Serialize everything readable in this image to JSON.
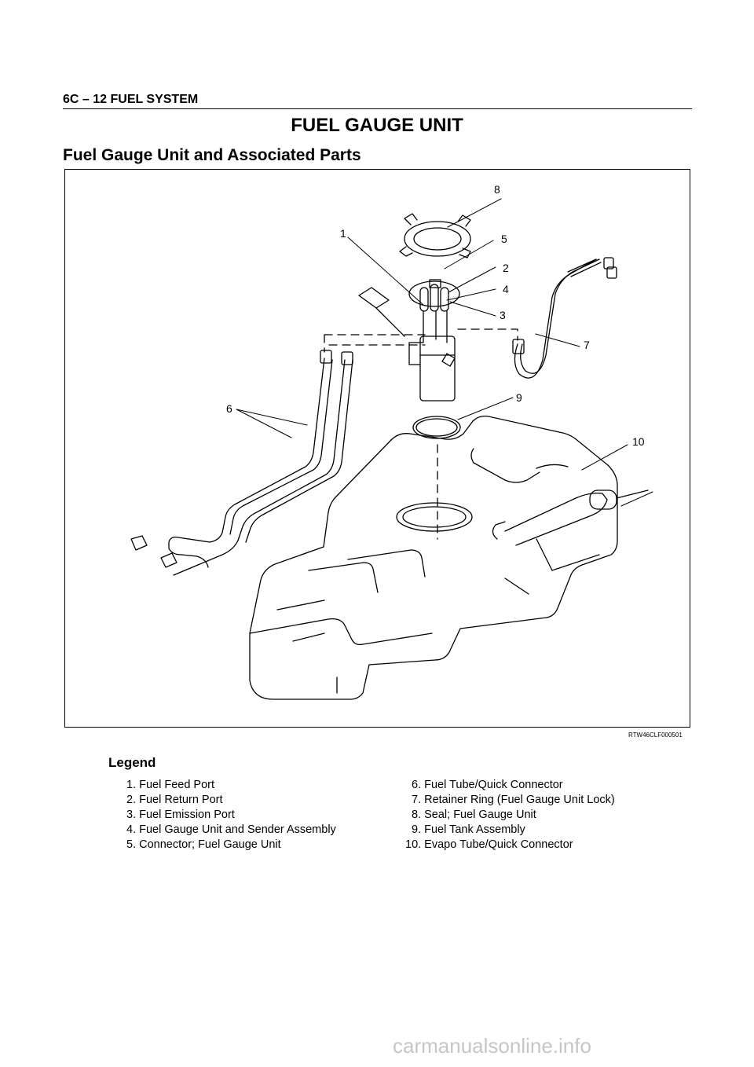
{
  "header": {
    "section_label": "6C – 12   FUEL SYSTEM"
  },
  "title": "FUEL GAUGE UNIT",
  "subtitle": "Fuel Gauge Unit and Associated Parts",
  "figure": {
    "code": "RTW46CLF000501",
    "callouts": [
      "1",
      "2",
      "3",
      "4",
      "5",
      "6",
      "7",
      "8",
      "9",
      "10"
    ]
  },
  "legend": {
    "title": "Legend",
    "left_items": [
      "1. Fuel Feed Port",
      "2. Fuel Return Port",
      "3. Fuel Emission Port",
      "4. Fuel Gauge Unit and Sender Assembly",
      "5. Connector; Fuel Gauge Unit"
    ],
    "right_items": [
      "6. Fuel Tube/Quick Connector",
      "7. Retainer Ring (Fuel Gauge Unit Lock)",
      "8. Seal; Fuel Gauge Unit",
      "9. Fuel Tank Assembly",
      "10. Evapo Tube/Quick Connector"
    ]
  },
  "watermark": "carmanualsonline.info"
}
